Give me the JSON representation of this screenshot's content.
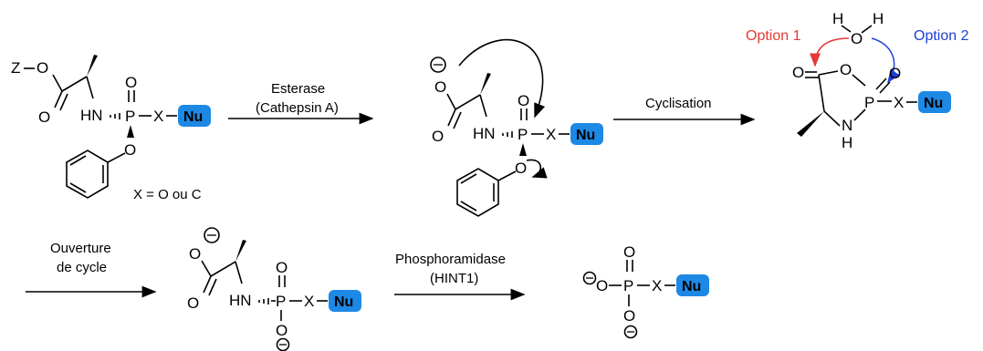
{
  "atoms": {
    "Z": "Z",
    "O": "O",
    "HN": "HN",
    "NH": "N",
    "H": "H",
    "P": "P",
    "X": "X",
    "Nu": "Nu",
    "minus": "−"
  },
  "steps": {
    "step1_line1": "Esterase",
    "step1_line2": "(Cathepsin A)",
    "step2": "Cyclisation",
    "step3_line1": "Ouverture",
    "step3_line2": "de cycle",
    "step4_line1": "Phosphoramidase",
    "step4_line2": "(HINT1)"
  },
  "note": "X = O ou C",
  "options": {
    "option1": "Option 1",
    "option2": "Option 2"
  },
  "colors": {
    "nu_box": "#1e88e5",
    "option1": "#e53935",
    "option2": "#1e3fd6"
  }
}
